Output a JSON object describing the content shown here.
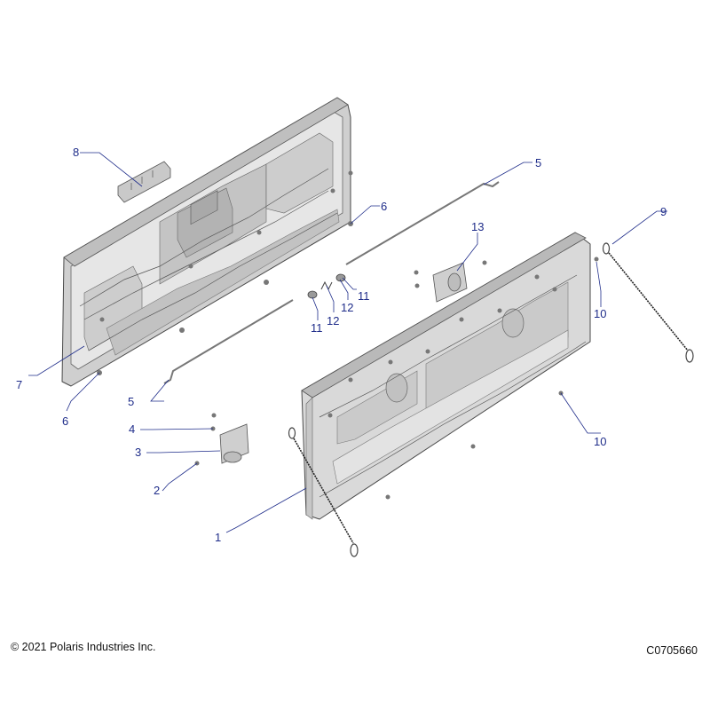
{
  "footer": {
    "copyright": "© 2021 Polaris Industries Inc.",
    "drawing_number": "C0705660"
  },
  "callouts": {
    "c1": "1",
    "c2": "2",
    "c3": "3",
    "c4": "4",
    "c5a": "5",
    "c5b": "5",
    "c6a": "6",
    "c6b": "6",
    "c7": "7",
    "c8": "8",
    "c9": "9",
    "c10a": "10",
    "c10b": "10",
    "c11a": "11",
    "c11b": "11",
    "c12a": "12",
    "c12b": "12",
    "c13": "13"
  },
  "colors": {
    "callout": "#1f2d8a",
    "part_fill": "#d9d9d9",
    "part_shadow": "#b9b9b9",
    "line": "#4a4a4a"
  }
}
